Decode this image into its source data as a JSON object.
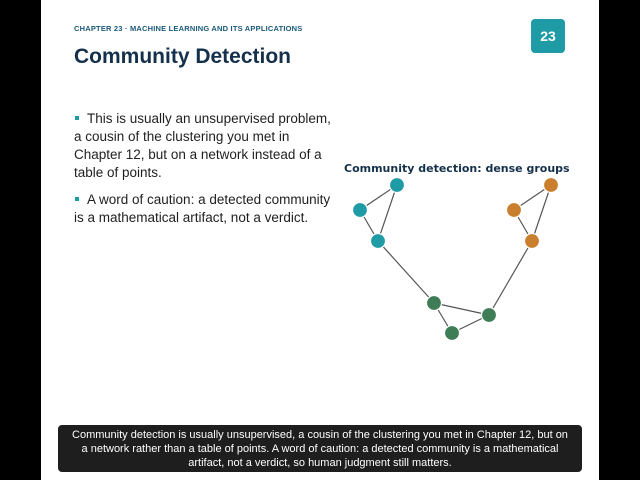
{
  "slide": {
    "chapter": "CHAPTER 23 · MACHINE LEARNING AND ITS APPLICATIONS",
    "title": "Community Detection",
    "page_number": "23",
    "bullets": [
      "This is usually an unsupervised problem, a cousin of the clustering you met in Chapter 12, but on a network instead of a table of points.",
      "A word of caution: a detected community is a mathematical artifact, not a verdict."
    ]
  },
  "diagram": {
    "title": "Community detection: dense groups",
    "colors": {
      "teal": "#1f9ba6",
      "orange": "#c97f2e",
      "green": "#3f7d56"
    },
    "nodes": [
      {
        "id": "t1",
        "group": "teal"
      },
      {
        "id": "t2",
        "group": "teal"
      },
      {
        "id": "t3",
        "group": "teal"
      },
      {
        "id": "o1",
        "group": "orange"
      },
      {
        "id": "o2",
        "group": "orange"
      },
      {
        "id": "o3",
        "group": "orange"
      },
      {
        "id": "g1",
        "group": "green"
      },
      {
        "id": "g2",
        "group": "green"
      },
      {
        "id": "g3",
        "group": "green"
      }
    ],
    "edges": [
      [
        "t1",
        "t2"
      ],
      [
        "t1",
        "t3"
      ],
      [
        "t2",
        "t3"
      ],
      [
        "o1",
        "o2"
      ],
      [
        "o1",
        "o3"
      ],
      [
        "o2",
        "o3"
      ],
      [
        "g1",
        "g2"
      ],
      [
        "g1",
        "g3"
      ],
      [
        "g2",
        "g3"
      ],
      [
        "t3",
        "g1"
      ],
      [
        "o3",
        "g2"
      ]
    ]
  },
  "caption": {
    "text": "Community detection is usually unsupervised, a cousin of the clustering you met in Chapter 12, but on a network rather than a table of points. A word of caution: a detected community is a mathematical artifact, not a verdict, so human judgment still matters."
  }
}
